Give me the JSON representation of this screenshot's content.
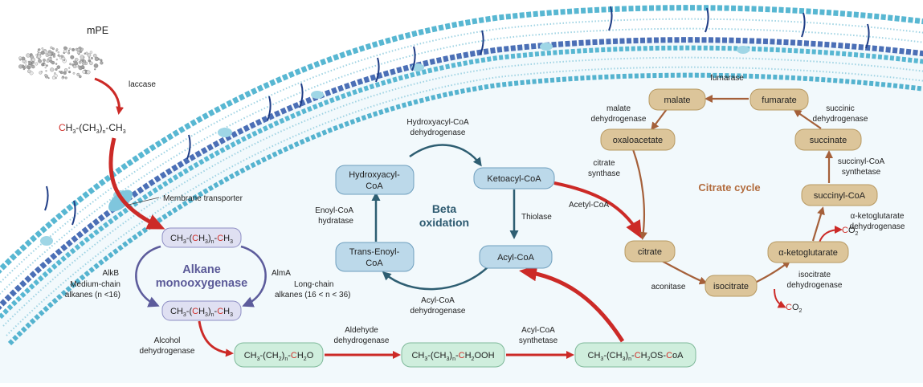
{
  "colors": {
    "blue_node": "#bcd9ea",
    "blue_stroke": "#6f9fbe",
    "tan_node": "#dcc59a",
    "tan_stroke": "#b89a63",
    "green_node": "#cfeedd",
    "green_stroke": "#7fb99a",
    "beta_arrow": "#2e5e72",
    "citrate_arrow": "#a5603a",
    "alkane_arrow": "#5d5c9c",
    "red_arrow": "#cc2a27",
    "beta_title": "#2d5a70",
    "alkane_title": "#5b5a98",
    "citrate_title": "#b26c3e",
    "red_carbon": "#d0302a"
  },
  "substrate": {
    "name": "mPE",
    "enzyme": "laccase",
    "molecule": {
      "c": "C",
      "pre": "H",
      "s1": "3",
      "mid": "-(CH",
      "s2": "3",
      "par": ")",
      "n": "n",
      "post": "-CH",
      "s3": "3"
    }
  },
  "membrane": {
    "transporter_label": "Membrane transporter"
  },
  "alkane": {
    "title_line1": "Alkane",
    "title_line2": "monooxygenase",
    "alkb": "AlkB",
    "medium_line1": "Medium-chain",
    "medium_line2": "alkanes (n <16)",
    "alma": "AlmA",
    "long_line1": "Long-chain",
    "long_line2": "alkanes (16 < n < 36)",
    "top_molecule": {
      "a": "CH",
      "s1": "3",
      "b": "-(",
      "c": "C",
      "d": "H",
      "s2": "3",
      "e": ")",
      "n": "n",
      "f": "-",
      "g": "C",
      "h": "H",
      "s3": "3"
    },
    "bottom_molecule": {
      "a": "CH",
      "s1": "3",
      "b": "-(",
      "c": "C",
      "d": "H",
      "s2": "3",
      "e": ")",
      "n": "n",
      "f": "-",
      "g": "C",
      "h": "H",
      "s3": "3"
    }
  },
  "lower_path": {
    "alcohol_dh_line1": "Alcohol",
    "alcohol_dh_line2": "dehydrogenase",
    "aldehyde_dh_line1": "Aldehyde",
    "aldehyde_dh_line2": "dehydrogenase",
    "acyl_synthetase_line1": "Acyl-CoA",
    "acyl_synthetase_line2": "synthetase",
    "mol1": {
      "a": "CH",
      "s1": "3",
      "b": "-(CH",
      "s2": "2",
      "c": ")",
      "n": "n",
      "d": "-",
      "e": "C",
      "f": "H",
      "s3": "2",
      "g": "O"
    },
    "mol2": {
      "a": "CH",
      "s1": "3",
      "b": "-(CH",
      "s2": "3",
      "c": ")",
      "n": "n",
      "d": "-",
      "e": "C",
      "f": "H",
      "s3": "2",
      "g": "OOH"
    },
    "mol3": {
      "a": "CH",
      "s1": "3",
      "b": "-(CH",
      "s2": "3",
      "c": ")",
      "n": "n",
      "d": "-",
      "e": "C",
      "f": "H",
      "s3": "2",
      "g": "OS-",
      "h": "C",
      "i": "oA"
    }
  },
  "beta": {
    "title_line1": "Beta",
    "title_line2": "oxidation",
    "hydroxyacyl_line1": "Hydroxyacyl-",
    "hydroxyacyl_line2": "CoA",
    "ketoacyl": "Ketoacyl-CoA",
    "acyl": "Acyl-CoA",
    "trans_line1": "Trans-Enoyl-",
    "trans_line2": "CoA",
    "hdh_line1": "Hydroxyacyl-CoA",
    "hdh_line2": "dehydrogenase",
    "thiolase": "Thiolase",
    "acdh_line1": "Acyl-CoA",
    "acdh_line2": "dehydrogenase",
    "hydratase_line1": "Enoyl-CoA",
    "hydratase_line2": "hydratase",
    "acetyl": "Acetyl-CoA"
  },
  "citrate": {
    "title": "Citrate cycle",
    "malate": "malate",
    "fumarate": "fumarate",
    "oxaloacetate": "oxaloacetate",
    "succinate": "succinate",
    "succinyl": "succinyl-CoA",
    "citrate": "citrate",
    "akg": "α-ketoglutarate",
    "isocitrate": "isocitrate",
    "fumarase": "fumarase",
    "malate_dh_line1": "malate",
    "malate_dh_line2": "dehydrogenase",
    "succinic_dh_line1": "succinic",
    "succinic_dh_line2": "dehydrogenase",
    "citrate_synthase_line1": "citrate",
    "citrate_synthase_line2": "synthase",
    "succ_synthetase_line1": "succinyl-CoA",
    "succ_synthetase_line2": "synthetase",
    "akg_dh_line1": "α-ketoglutarate",
    "akg_dh_line2": "dehydrogenase",
    "aconitase": "aconitase",
    "iso_dh_line1": "isocitrate",
    "iso_dh_line2": "dehydrogenase",
    "co2_c": "C",
    "co2_o": "O",
    "co2_sub": "2"
  }
}
